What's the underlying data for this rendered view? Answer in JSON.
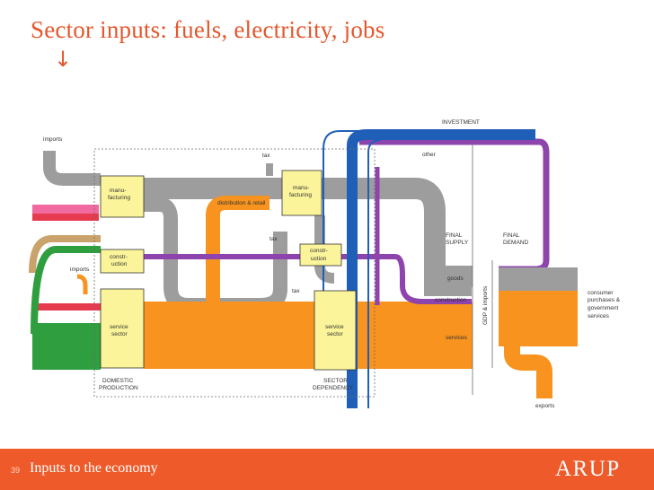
{
  "slide": {
    "title": "Sector inputs: fuels, electricity, jobs",
    "arrow_glyph": "↓",
    "page_number": "39",
    "footer_label": "Inputs to the economy",
    "logo_text": "ARUP"
  },
  "diagram": {
    "labels": {
      "investment": "INVESTMENT",
      "imports_top": "imports",
      "tax_top": "tax",
      "other": "other",
      "manufacturing_left": [
        "manu-",
        "facturing"
      ],
      "manufacturing_right": [
        "manu-",
        "facturing"
      ],
      "distribution_retail": "distribution & retail",
      "tax_mid": "tax",
      "construction_left": [
        "constr-",
        "uction"
      ],
      "construction_right": [
        "constr-",
        "uction"
      ],
      "imports_mid": "imports",
      "tax_low": "tax",
      "service_left": [
        "service",
        "sector"
      ],
      "service_right": [
        "service",
        "sector"
      ],
      "domestic_production": [
        "DOMESTIC",
        "PRODUCTION"
      ],
      "sector_dependency": [
        "SECTOR",
        "DEPENDENCY"
      ],
      "final_supply": [
        "FINAL",
        "SUPPLY"
      ],
      "final_demand": [
        "FINAL",
        "DEMAND"
      ],
      "goods": "goods",
      "construction": "construction",
      "services": "services",
      "gdp_imports": "GDP & imports",
      "consumer_purchases": [
        "consumer",
        "purchases &",
        "government",
        "services"
      ],
      "exports": "exports"
    },
    "colors": {
      "grey": "#9d9d9d",
      "orange": "#f7931e",
      "purple": "#8e44ad",
      "blue": "#1f5fb8",
      "green": "#2e9e3e",
      "pink": "#f06aa0",
      "red": "#e63a4f",
      "tan": "#c9a36b",
      "box_fill": "#fbf49a",
      "accent": "#e4572e"
    }
  }
}
